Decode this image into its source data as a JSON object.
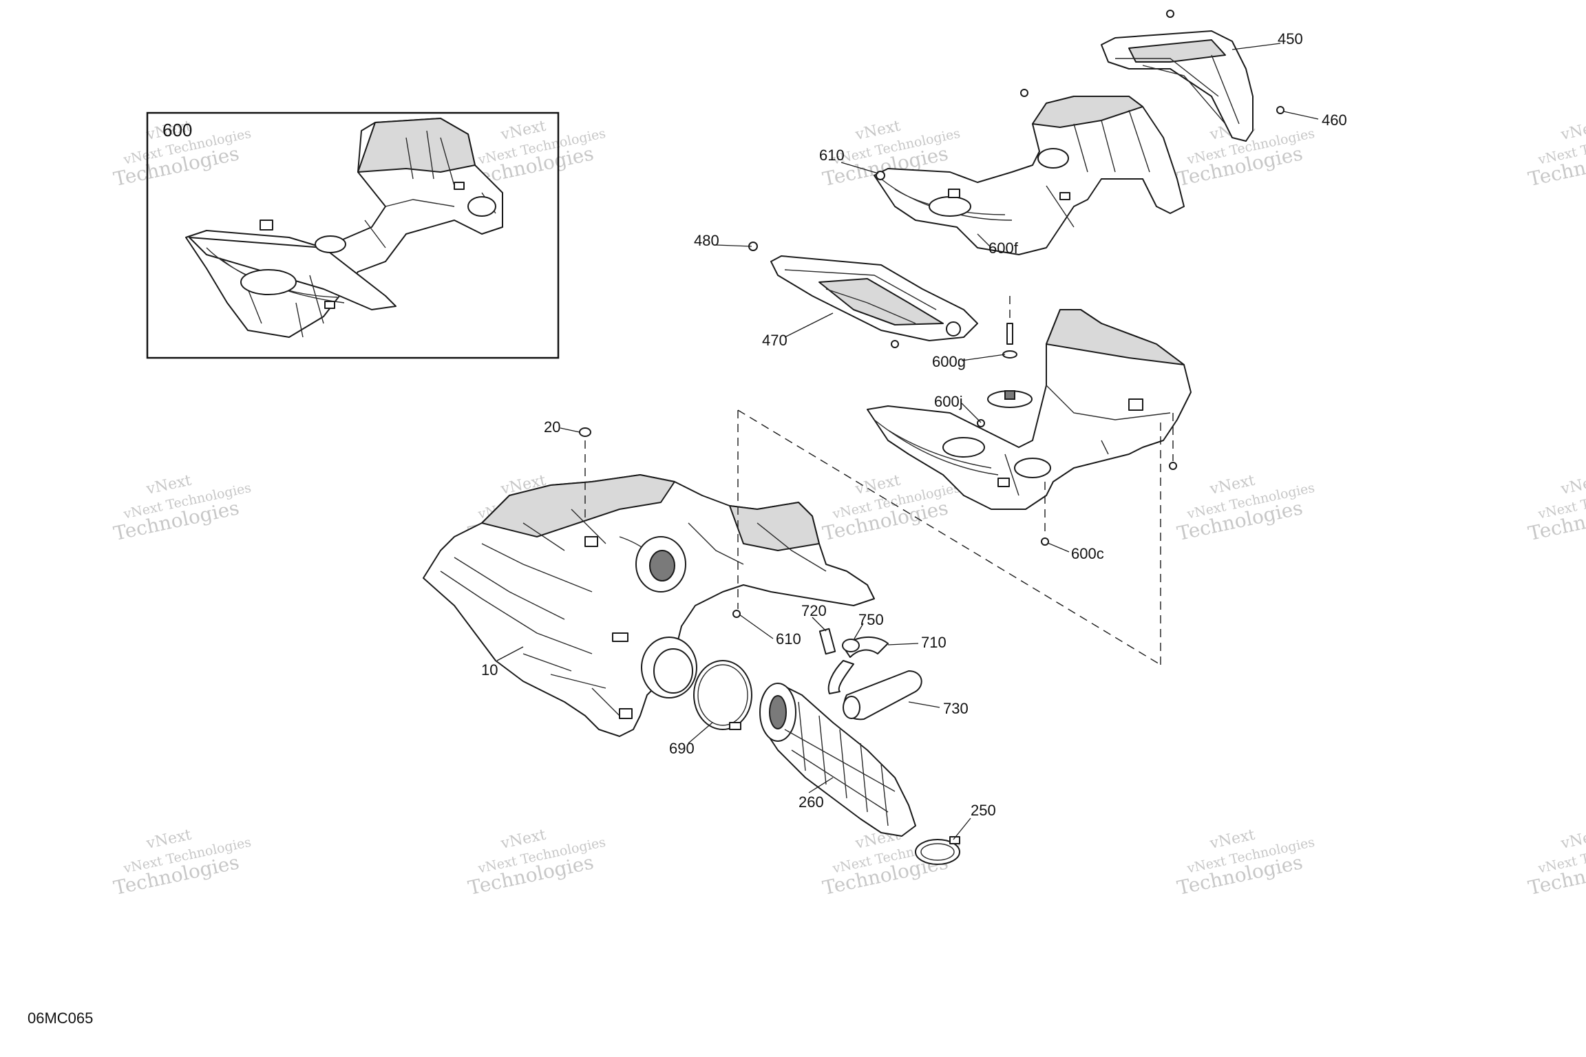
{
  "figure_code": "06MC065",
  "inset_label": "600",
  "watermark": {
    "line1": "vNext",
    "line2": "vNext Technologies",
    "line3": "Technologies"
  },
  "callouts": [
    {
      "id": "450",
      "text": "450"
    },
    {
      "id": "460",
      "text": "460"
    },
    {
      "id": "610a",
      "text": "610"
    },
    {
      "id": "480",
      "text": "480"
    },
    {
      "id": "470",
      "text": "470"
    },
    {
      "id": "600f",
      "text": "600f"
    },
    {
      "id": "600g",
      "text": "600g"
    },
    {
      "id": "600j",
      "text": "600j"
    },
    {
      "id": "600c",
      "text": "600c"
    },
    {
      "id": "20",
      "text": "20"
    },
    {
      "id": "610b",
      "text": "610"
    },
    {
      "id": "720",
      "text": "720"
    },
    {
      "id": "750",
      "text": "750"
    },
    {
      "id": "710",
      "text": "710"
    },
    {
      "id": "730",
      "text": "730"
    },
    {
      "id": "10",
      "text": "10"
    },
    {
      "id": "690",
      "text": "690"
    },
    {
      "id": "260",
      "text": "260"
    },
    {
      "id": "250",
      "text": "250"
    }
  ]
}
